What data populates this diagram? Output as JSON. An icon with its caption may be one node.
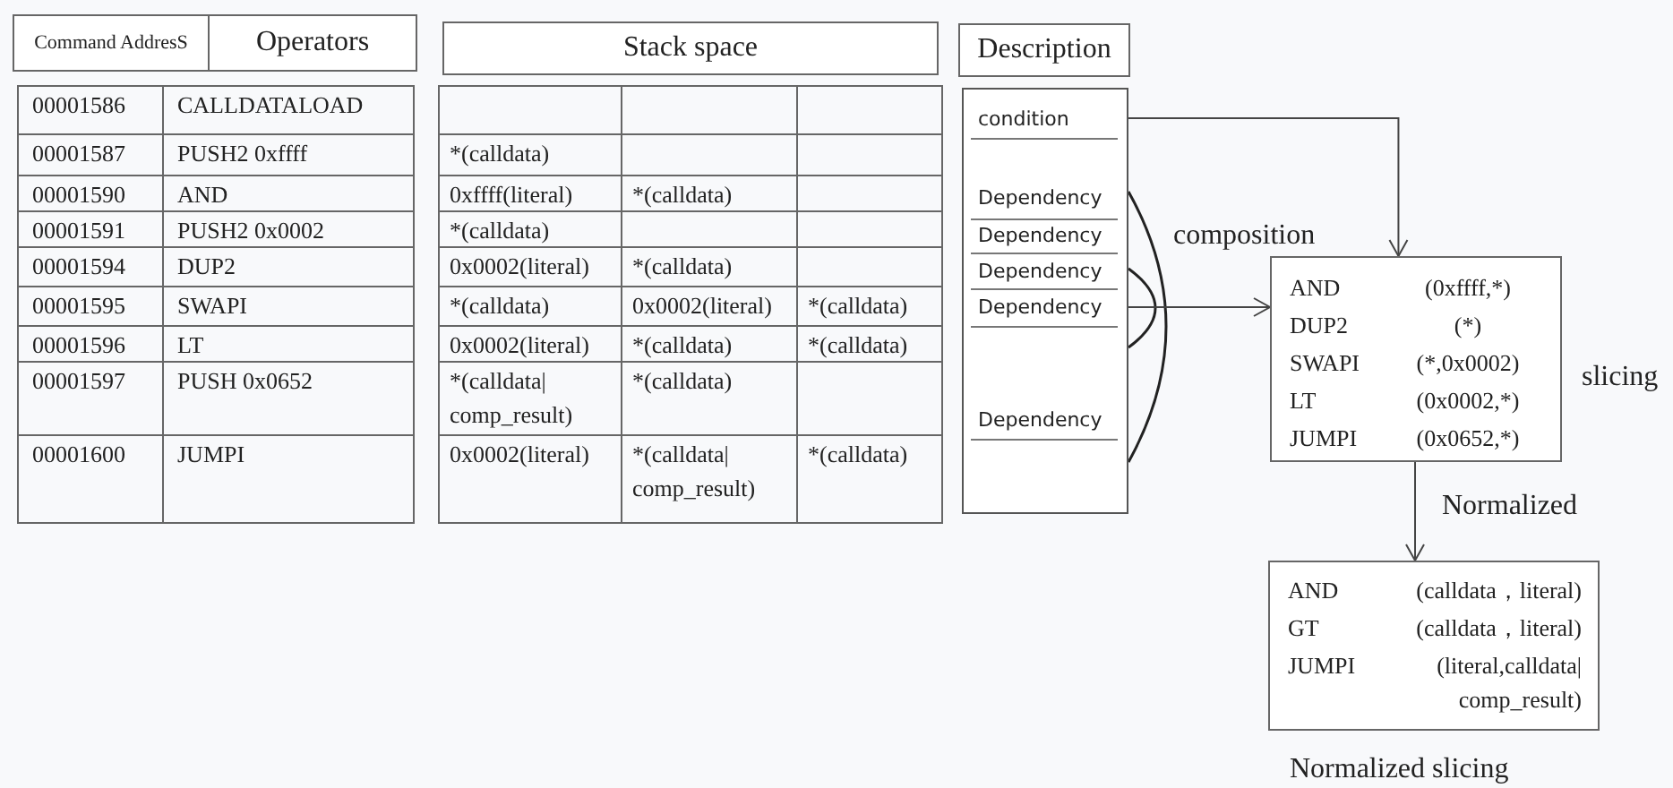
{
  "diagram": {
    "nodes": [
      {
        "text": [
          "Command AddresS",
          "Operators"
        ]
      },
      {
        "text": [
          "Stack space"
        ]
      },
      {
        "text": [
          "Description"
        ]
      },
      {
        "text": [],
        "shape": "box"
      },
      {
        "text": [
          "condition"
        ],
        "in": 3
      },
      {
        "text": [
          "Dependency"
        ],
        "in": 3
      },
      {
        "text": [
          "Dependency"
        ],
        "in": 3
      },
      {
        "text": [
          "Dependency"
        ],
        "in": 3
      },
      {
        "text": [
          "Dependency"
        ],
        "in": 3
      },
      {
        "text": [
          "Dependency"
        ],
        "in": 3
      },
      {
        "text": [
          "AND",
          "(0xffff,*)",
          "DUP2",
          "(*)",
          "SWAPI",
          "(*,0x0002)",
          "LT",
          "(0x0002,*)",
          "JUMPI",
          "(0x0652,*)"
        ],
        "beside": [
          "slicing"
        ]
      },
      {
        "text": [
          "AND",
          "(calldata，literal)",
          "GT",
          "(calldata，literal)",
          "JUMPI",
          "(literal,calldata| comp_result)"
        ],
        "beside": [
          "Normalized slicing"
        ]
      }
    ],
    "edges": [
      {
        "from": 4,
        "to": 10,
        "arrow": "to"
      },
      {
        "from": 8,
        "to": 10,
        "arrow": "to"
      },
      {
        "from": 10,
        "to": 11,
        "arrow": "to",
        "label": "Normalized"
      }
    ],
    "labels": [
      "00001586",
      "CALLDATALOAD",
      "00001587",
      "PUSH2 0xffff",
      "00001590",
      "AND",
      "00001591",
      "PUSH2 0x0002",
      "00001594",
      "DUP2",
      "00001595",
      "SWAPI",
      "00001596",
      "LT",
      "00001597",
      "PUSH 0x0652",
      "00001600",
      "JUMPI",
      "*(calldata)",
      "0xffff(literal)",
      "*(calldata)",
      "*(calldata)",
      "0x0002(literal)",
      "*(calldata)",
      "*(calldata)",
      "0x0002(literal)",
      "*(calldata)",
      "0x0002(literal)",
      "*(calldata)",
      "*(calldata)",
      "*(calldata| comp_result)",
      "*(calldata)",
      "0x0002(literal)",
      "*(calldata| comp_result)",
      "*(calldata)",
      "composition"
    ]
  }
}
